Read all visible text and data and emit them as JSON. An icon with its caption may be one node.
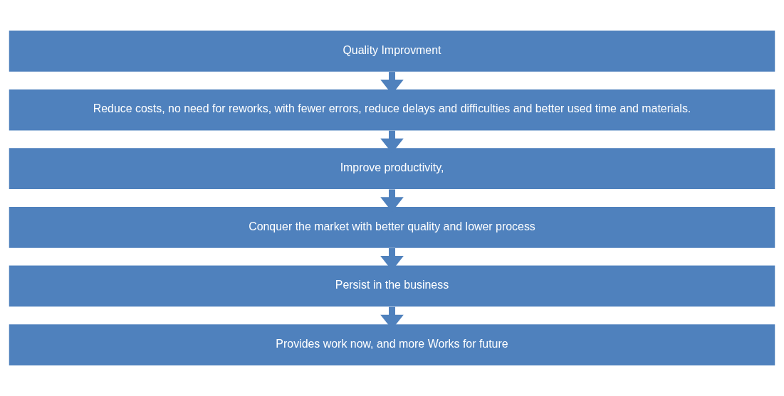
{
  "diagram": {
    "nodes": [
      {
        "text": [
          "Quality Improvment"
        ]
      },
      {
        "text": [
          "Reduce costs, no need for reworks, with fewer errors, reduce delays and difficulties and better used time and materials."
        ]
      },
      {
        "text": [
          "Improve productivity,"
        ]
      },
      {
        "text": [
          "Conquer the market with better quality and lower process"
        ]
      },
      {
        "text": [
          "Persist in the business"
        ]
      },
      {
        "text": [
          "Provides work now, and more Works for future"
        ]
      }
    ],
    "edges": [
      {
        "from": 0,
        "to": 1,
        "arrow": "to"
      },
      {
        "from": 1,
        "to": 2,
        "arrow": "to"
      },
      {
        "from": 2,
        "to": 3,
        "arrow": "to"
      },
      {
        "from": 3,
        "to": 4,
        "arrow": "to"
      },
      {
        "from": 4,
        "to": 5,
        "arrow": "to"
      }
    ]
  }
}
